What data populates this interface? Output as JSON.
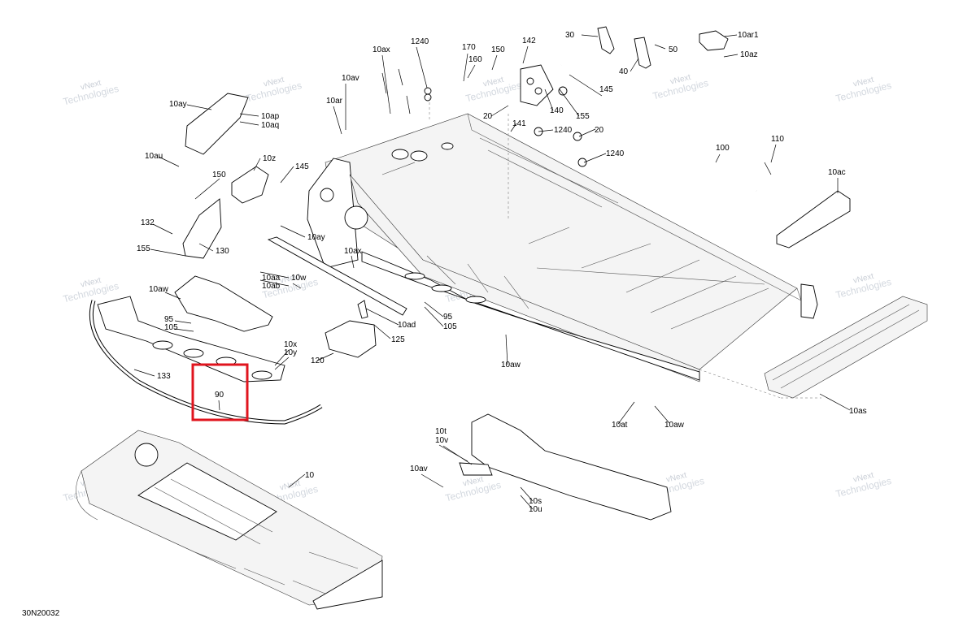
{
  "diagram": {
    "code": "30N20032",
    "watermark": [
      "vNext",
      "Technologies"
    ],
    "callouts": [
      "10ax",
      "1240",
      "170",
      "160",
      "150",
      "142",
      "30",
      "40",
      "50",
      "10ar1",
      "10az",
      "10av",
      "10ar",
      "145",
      "140",
      "155",
      "20",
      "141",
      "1240",
      "20",
      "1240",
      "100",
      "110",
      "10ay",
      "10ap",
      "10aq",
      "10au",
      "10z",
      "150",
      "145",
      "10ac",
      "132",
      "130",
      "155",
      "10ay",
      "10ax",
      "10aa",
      "10ab",
      "10w",
      "10aw",
      "95",
      "105",
      "10x",
      "10y",
      "133",
      "90",
      "120",
      "125",
      "10ad",
      "95",
      "105",
      "10aw",
      "10at",
      "10aw",
      "10as",
      "10t",
      "10v",
      "10av",
      "10s",
      "10u",
      "10"
    ],
    "highlight_label": "90"
  }
}
